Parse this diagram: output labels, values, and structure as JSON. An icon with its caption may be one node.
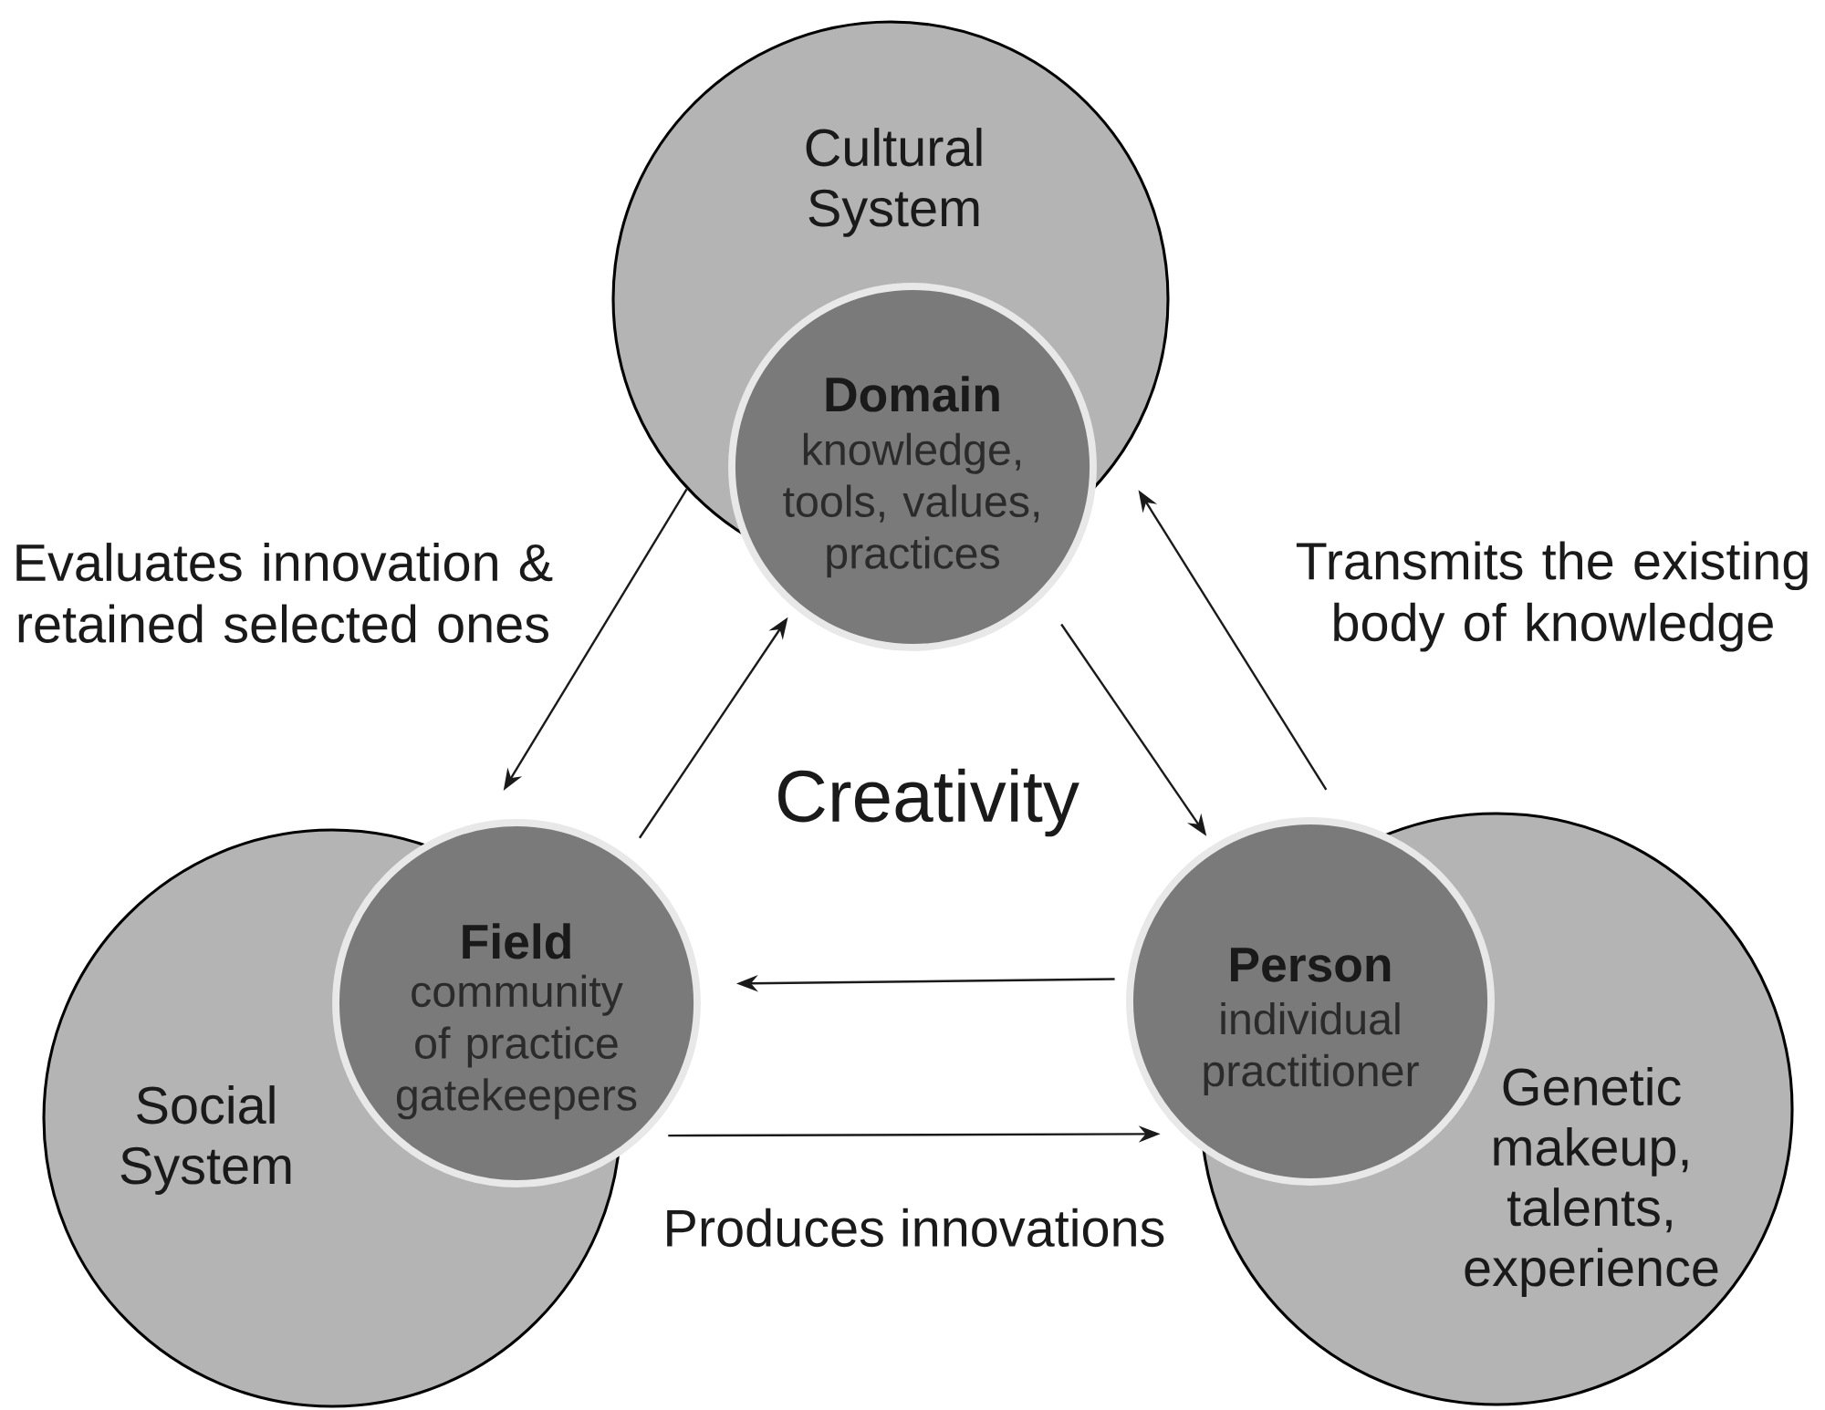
{
  "diagram": {
    "nodes": [
      {
        "text": [
          "Cultural System"
        ]
      },
      {
        "text": [
          "Domain",
          "knowledge, tools, values, practices"
        ]
      },
      {
        "text": [
          "Social System"
        ]
      },
      {
        "text": [
          "Field",
          "community of practice gatekeepers"
        ]
      },
      {
        "text": [
          "Genetic makeup, talents, experience"
        ]
      },
      {
        "text": [
          "Person",
          "individual practitioner"
        ]
      }
    ],
    "edges": [
      {
        "from": 0,
        "to": 3,
        "arrow": "to"
      },
      {
        "from": 3,
        "to": 1,
        "arrow": "to"
      },
      {
        "from": 1,
        "to": 5,
        "arrow": "to"
      },
      {
        "from": 5,
        "to": 0,
        "arrow": "to"
      },
      {
        "from": 5,
        "to": 3,
        "arrow": "to"
      },
      {
        "from": 3,
        "to": 5,
        "arrow": "to"
      }
    ],
    "labels": [
      "Evaluates innovation & retained selected ones",
      "Transmits the existing body of knowledge",
      "Creativity",
      "Produces innovations"
    ]
  }
}
